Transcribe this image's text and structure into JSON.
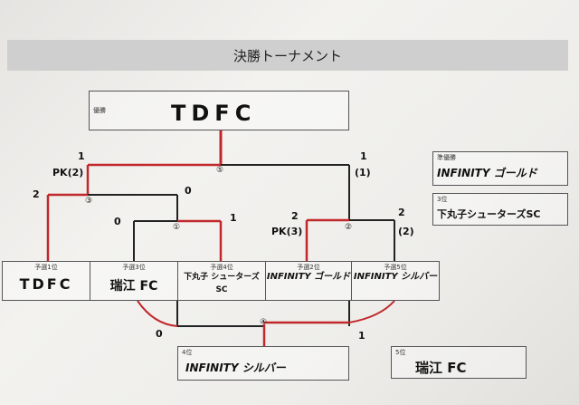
{
  "title": "決勝トーナメント",
  "winner": {
    "label": "優勝",
    "name": "TDFC"
  },
  "runner_up": {
    "label": "準優勝",
    "name": "INFINITY ゴールド"
  },
  "third": {
    "label": "3位",
    "name": "下丸子シューターズSC"
  },
  "fourth": {
    "label": "4位",
    "name": "INFINITY シルバー"
  },
  "fifth": {
    "label": "5位",
    "name": "瑞江 FC"
  },
  "teams": [
    {
      "rank": "予選1位",
      "name": "TDFC"
    },
    {
      "rank": "予選3位",
      "name": "瑞江 FC"
    },
    {
      "rank": "予選4位",
      "name": "下丸子 シューターズSC"
    },
    {
      "rank": "予選2位",
      "name": "INFINITY ゴールド"
    },
    {
      "rank": "予選5位",
      "name": "INFINITY シルバー"
    }
  ],
  "matches": {
    "m1": {
      "no": "①",
      "left": "0",
      "right": "1"
    },
    "m2": {
      "no": "②",
      "left": "2",
      "left_pk": "PK(3)",
      "right": "2",
      "right_pk": "(2)"
    },
    "m3": {
      "no": "③",
      "left": "2",
      "right": "0"
    },
    "m4": {
      "no": "④",
      "left": "0",
      "right": "1"
    },
    "m5": {
      "no": "⑤",
      "left": "1",
      "left_pk": "PK(2)",
      "right": "1",
      "right_pk": "(1)"
    }
  },
  "colors": {
    "win_line": "#c0282b",
    "line": "#222222"
  }
}
